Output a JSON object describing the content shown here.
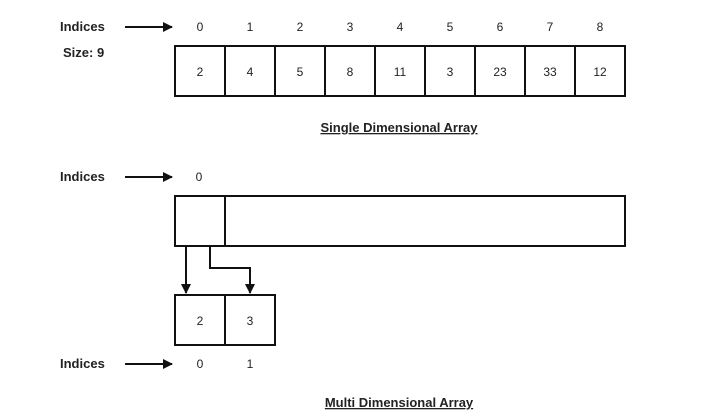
{
  "single": {
    "indices_label": "Indices",
    "size_label": "Size: 9",
    "indices": [
      "0",
      "1",
      "2",
      "3",
      "4",
      "5",
      "6",
      "7",
      "8"
    ],
    "values": [
      "2",
      "4",
      "5",
      "8",
      "11",
      "3",
      "23",
      "33",
      "12"
    ],
    "title": "Single Dimensional Array"
  },
  "multi": {
    "top_indices_label": "Indices",
    "top_index": "0",
    "sub_values": [
      "2",
      "3"
    ],
    "bottom_indices_label": "Indices",
    "bottom_indices": [
      "0",
      "1"
    ],
    "title": "Multi Dimensional Array"
  }
}
